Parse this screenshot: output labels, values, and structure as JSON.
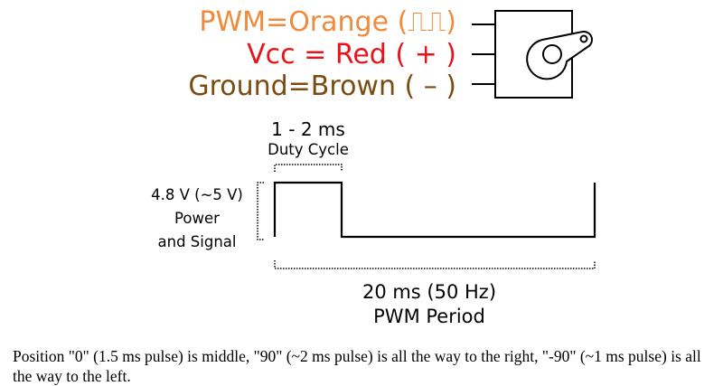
{
  "legend": {
    "pwm": "PWM=Orange (⎍⎍)",
    "vcc": "Vcc = Red ( + )",
    "ground": "Ground=Brown ( – )",
    "colors": {
      "pwm": "#f08a3c",
      "vcc": "#e8141c",
      "ground": "#7b4b12"
    }
  },
  "waveform": {
    "duty_value": "1 - 2 ms",
    "duty_label": "Duty Cycle",
    "voltage": "4.8 V (~5 V)",
    "power": "Power",
    "and_signal": "and Signal",
    "period_value": "20 ms (50 Hz)",
    "period_label": "PWM Period"
  },
  "caption": "Position \"0\" (1.5 ms pulse) is middle, \"90\" (~2 ms pulse) is all the way to the right, \"-90\" (~1 ms pulse) is all the way to the left."
}
